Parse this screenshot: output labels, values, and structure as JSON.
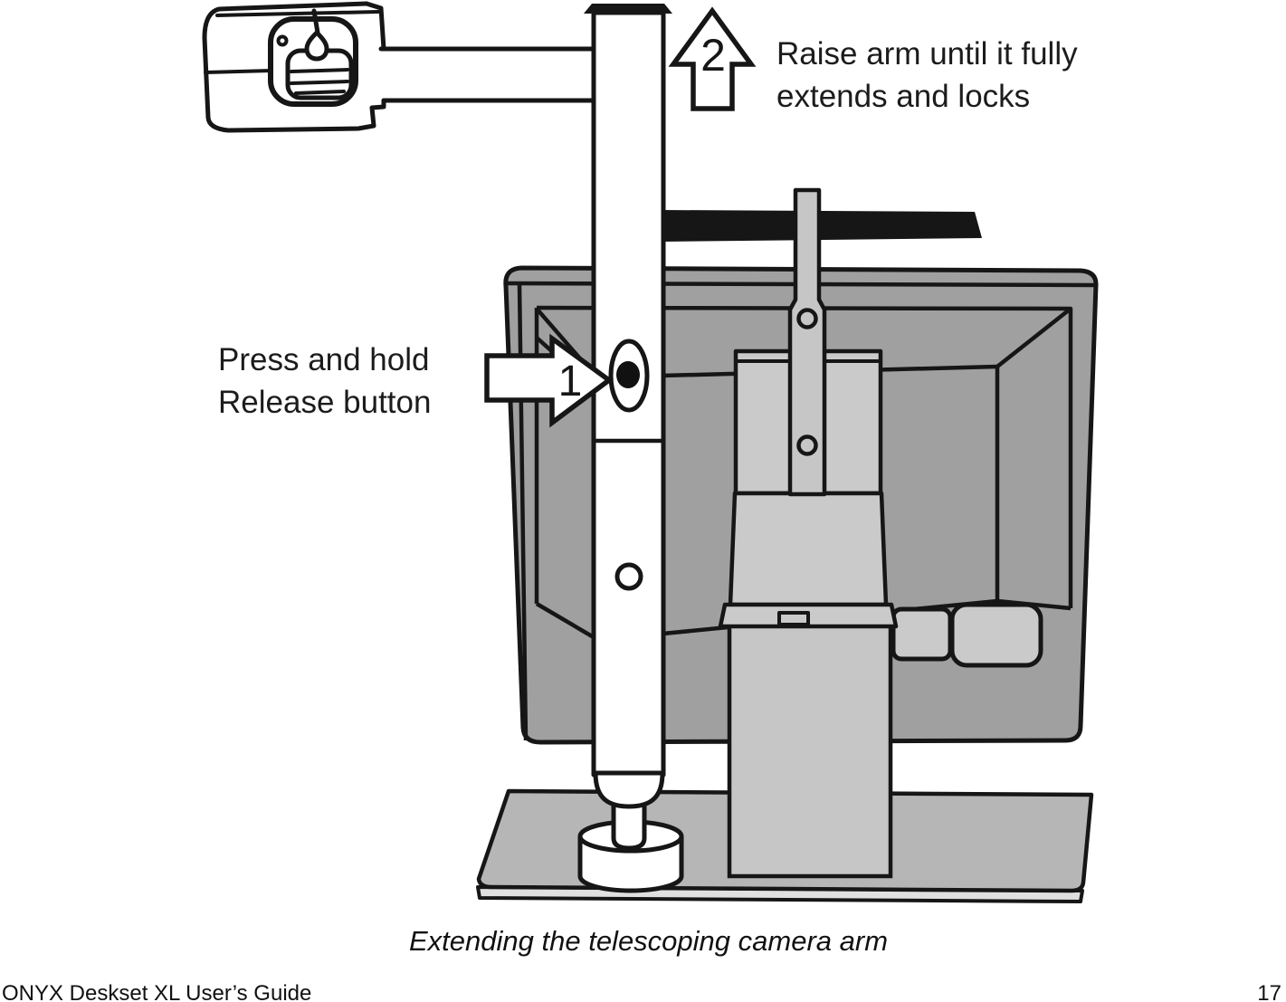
{
  "steps": {
    "step1": {
      "number": "1",
      "lines": [
        "Press and hold",
        "Release button"
      ]
    },
    "step2": {
      "number": "2",
      "lines": [
        "Raise arm until it fully",
        "extends and locks"
      ]
    }
  },
  "figure": {
    "caption": "Extending the telescoping camera arm"
  },
  "footer": {
    "doc_title": "ONYX Deskset XL User’s Guide",
    "page_number": "17"
  },
  "colors": {
    "ink": "#161616",
    "monitor_gray": "#a0a0a0",
    "bracket_gray": "#cacaca",
    "column_gray": "#c6c6c6",
    "base_gray": "#b6b6b6",
    "white": "#ffffff"
  }
}
